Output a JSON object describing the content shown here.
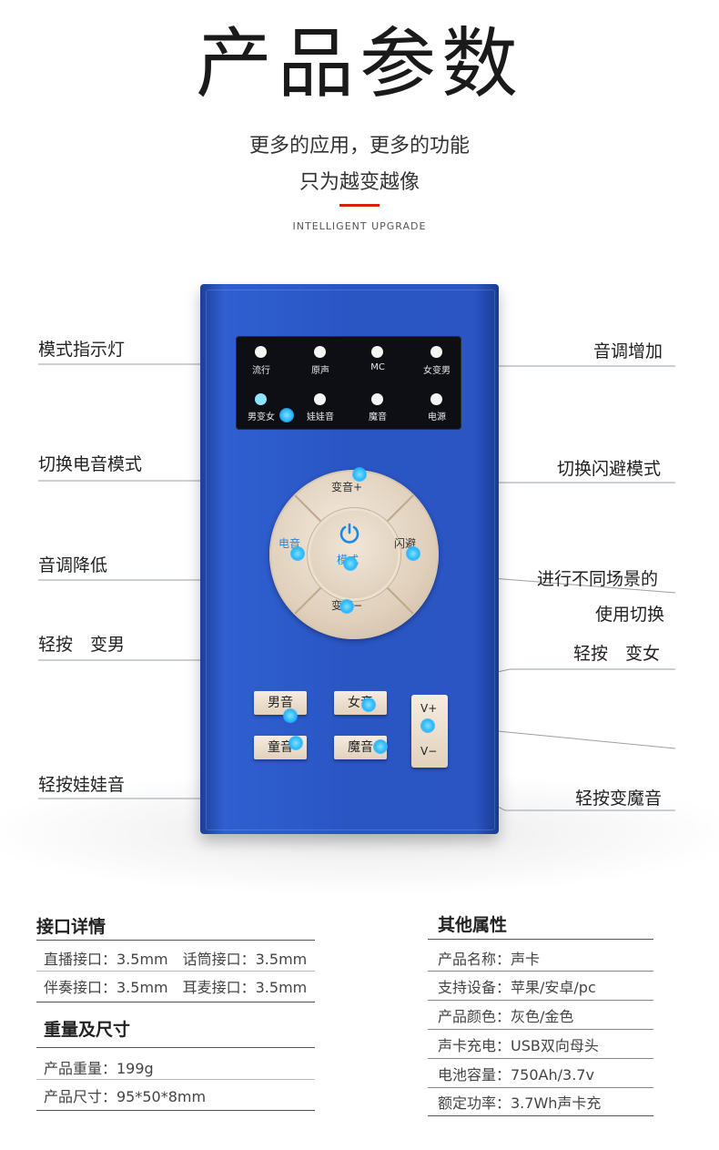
{
  "header": {
    "title": "产品参数",
    "subtitle_1": "更多的应用，更多的功能",
    "subtitle_2": "只为越变越像",
    "english": "INTELLIGENT UPGRADE",
    "accent_color": "#d81e06"
  },
  "device": {
    "body_color": "#2a56c4",
    "indicators": [
      "流行",
      "原声",
      "MC",
      "女变男",
      "男变女",
      "娃娃音",
      "魔音",
      "电源"
    ],
    "pad": {
      "top": "变音+",
      "bottom": "变音−",
      "left": "电音",
      "right": "闪避",
      "center": "模式",
      "center_icon": "power-icon"
    },
    "keys": [
      "男音",
      "女音",
      "童音",
      "魔音"
    ],
    "volume": {
      "up": "V+",
      "down": "V−"
    }
  },
  "callouts": {
    "mode_light": "模式指示灯",
    "pitch_up": "音调增加",
    "switch_electro": "切换电音模式",
    "switch_dodge": "切换闪避模式",
    "pitch_down": "音调降低",
    "scene_1": "进行不同场景的",
    "scene_2": "使用切换",
    "tap_male": "轻按　变男",
    "tap_female": "轻按　变女",
    "tap_baby": "轻按娃娃音",
    "tap_magic": "轻按变魔音"
  },
  "specs": {
    "interface": {
      "heading": "接口详情",
      "rows": [
        "直播接口：3.5mm　话筒接口：3.5mm",
        "伴奏接口：3.5mm　耳麦接口：3.5mm"
      ]
    },
    "weight": {
      "heading": "重量及尺寸",
      "rows": [
        "产品重量：199g",
        "产品尺寸：95*50*8mm"
      ]
    },
    "other": {
      "heading": "其他属性",
      "rows": [
        "产品名称：声卡",
        "支持设备：苹果/安卓/pc",
        "产品颜色：灰色/金色",
        "声卡充电：USB双向母头",
        "电池容量：750Ah/3.7v",
        "额定功率：3.7Wh声卡充"
      ]
    }
  }
}
